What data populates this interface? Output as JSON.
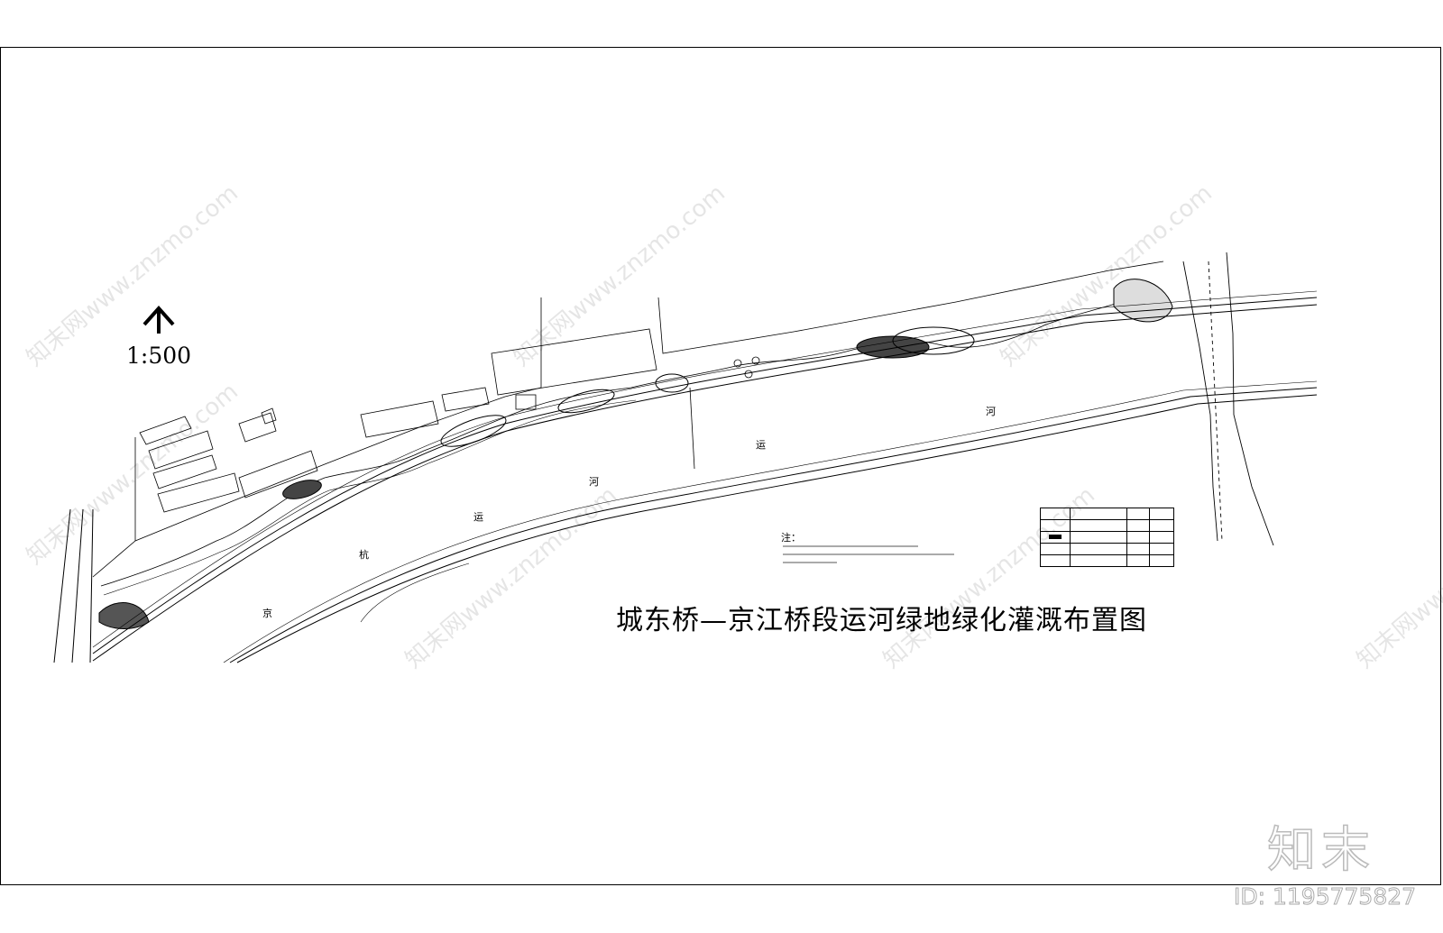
{
  "drawing": {
    "title": "城东桥—京江桥段运河绿地绿化灌溉布置图",
    "scale": "1:500"
  },
  "river_labels": [
    "京",
    "杭",
    "运",
    "河",
    "运",
    "河"
  ],
  "notes": {
    "heading": "注："
  },
  "branding": {
    "logo_text": "知末",
    "image_id": "ID: 1195775827",
    "watermark": "知末网www.znzmo.com"
  },
  "colors": {
    "line": "#000000",
    "background": "#ffffff",
    "watermark": "#cccccc"
  }
}
